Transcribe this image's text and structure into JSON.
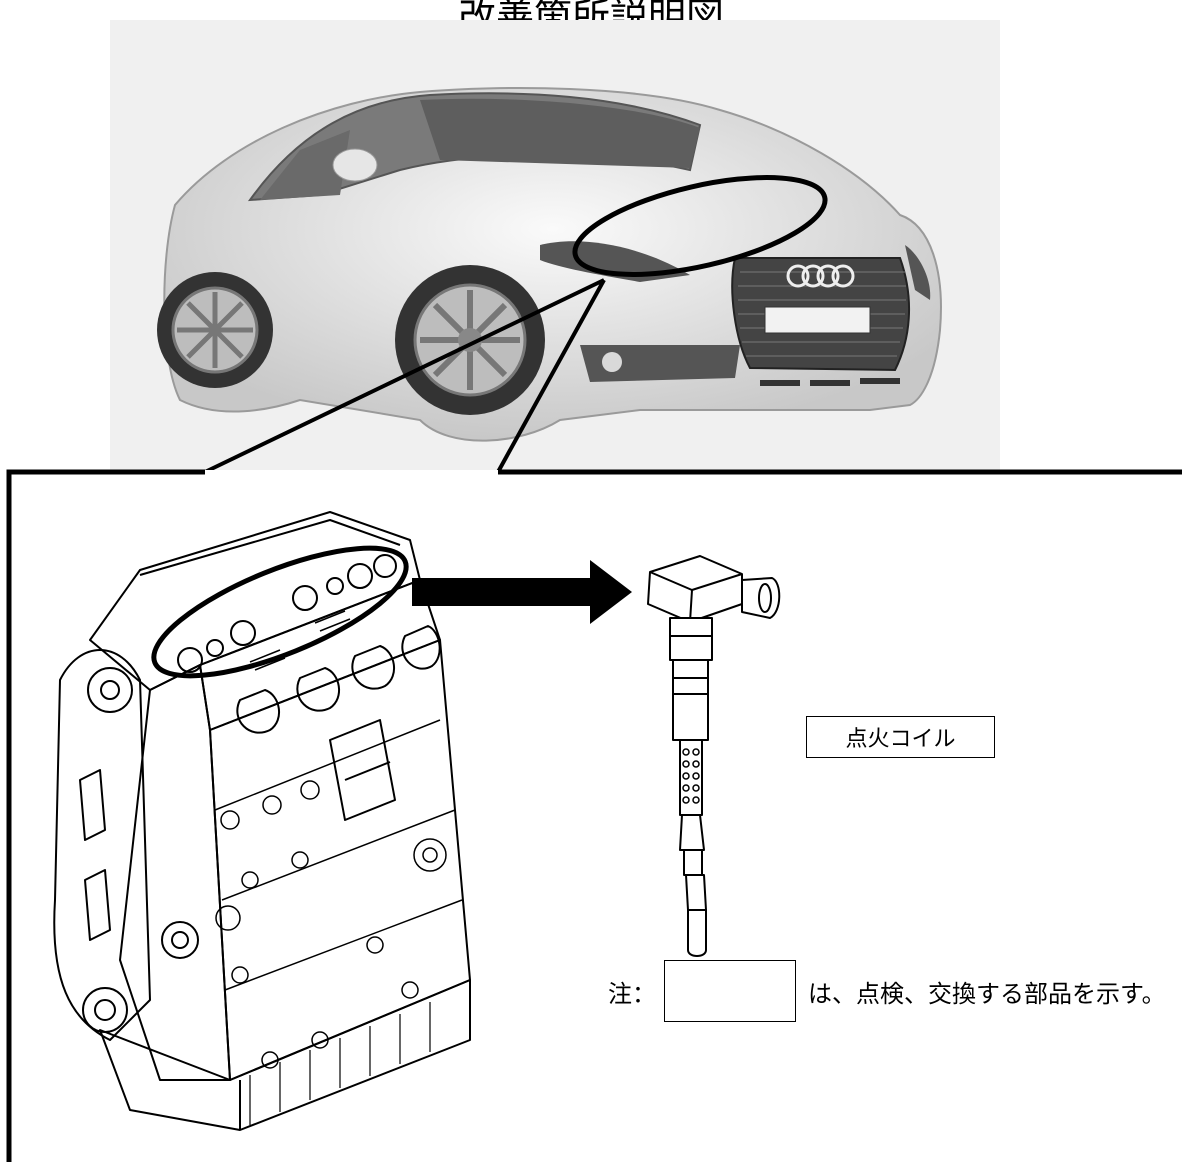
{
  "title": "改善箇所説明図",
  "part_label": "点火コイル",
  "note": {
    "prefix": "注：",
    "suffix": "は、点検、交換する部品を示す。"
  }
}
